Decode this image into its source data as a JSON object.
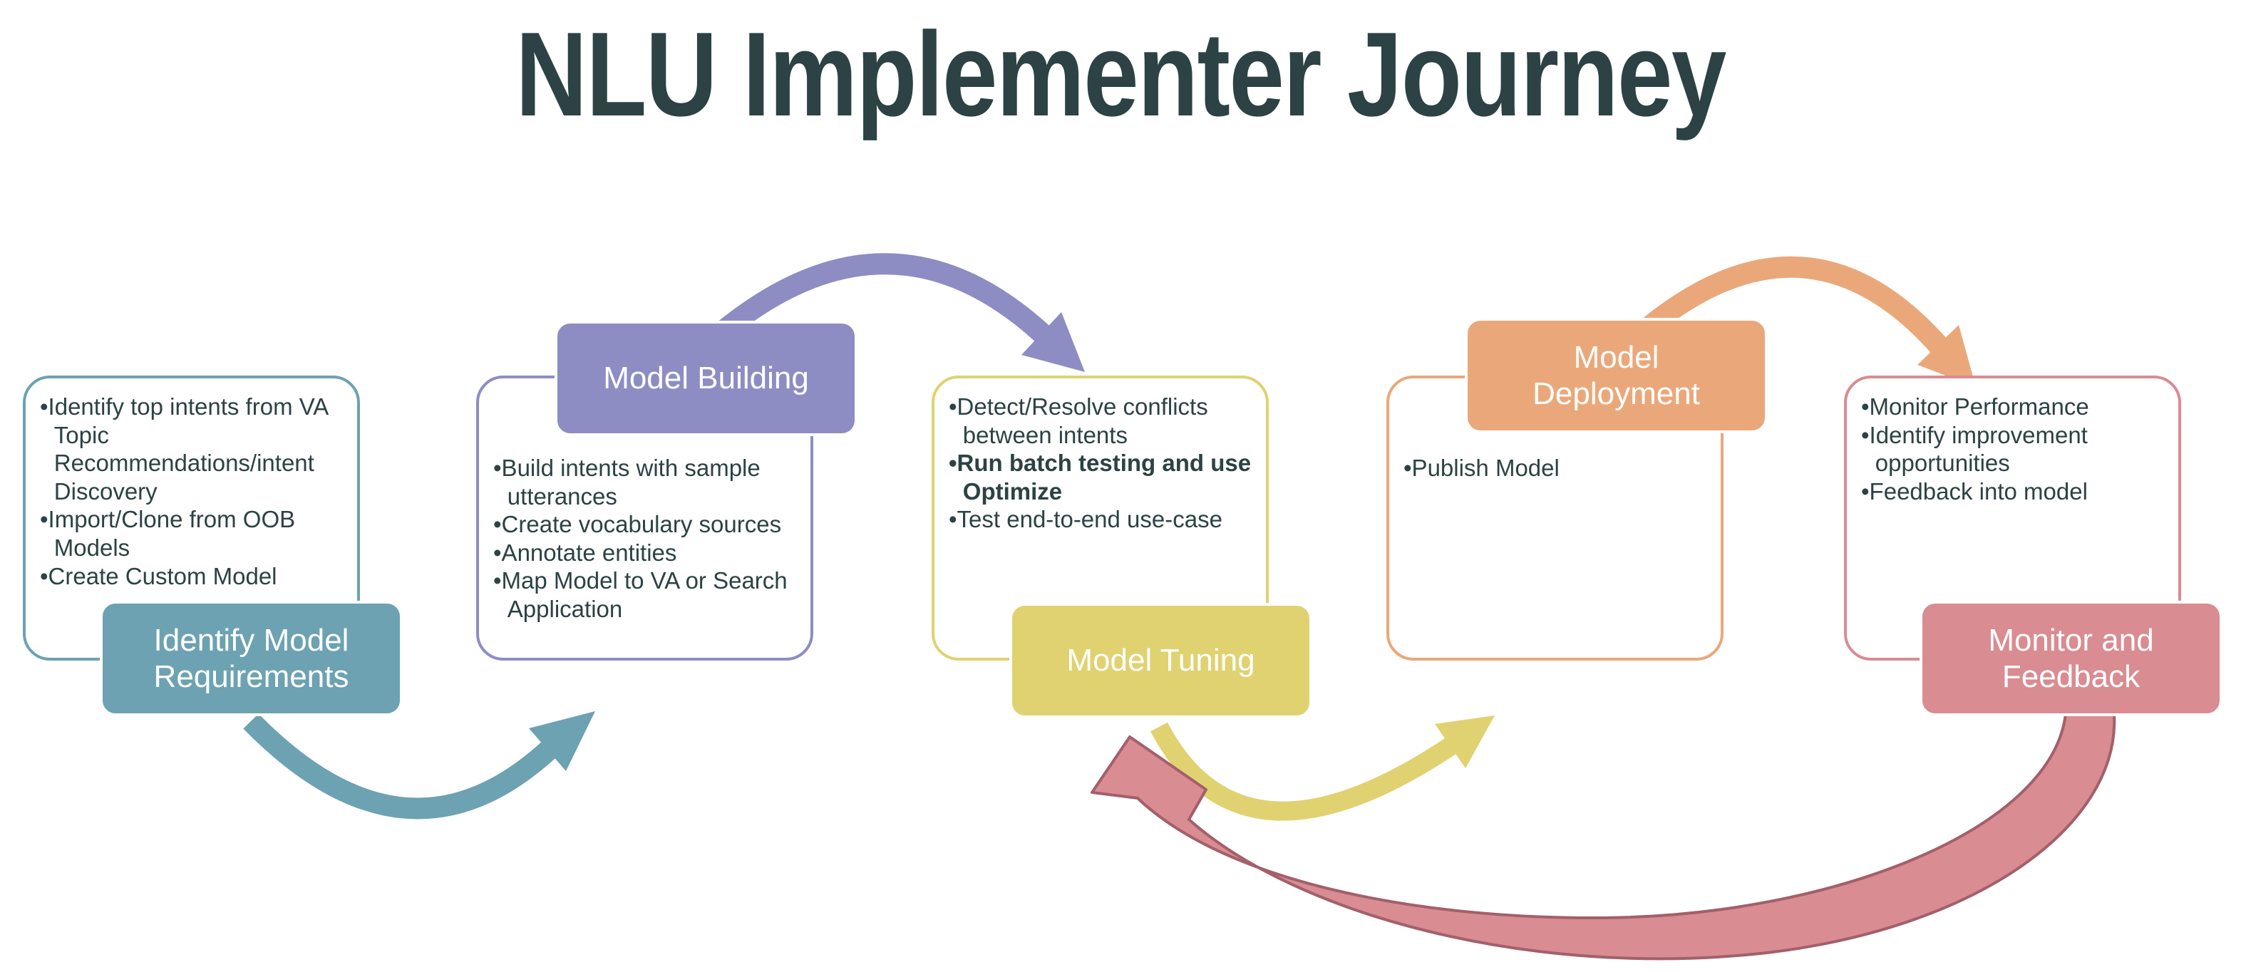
{
  "title": "NLU Implementer Journey",
  "colors": {
    "text": "#2C4244",
    "background": "#FFFFFF",
    "label_text": "#FFFFFF"
  },
  "stages": [
    {
      "name": "identify-model-requirements",
      "label": "Identify Model\nRequirements",
      "color": "#6CA2B2",
      "label_position": "bottom",
      "bullets": [
        {
          "text": "Identify top intents from VA Topic Recommendations/intent Discovery",
          "bold": false
        },
        {
          "text": "Import/Clone from OOB Models",
          "bold": false
        },
        {
          "text": "Create Custom Model",
          "bold": false
        }
      ]
    },
    {
      "name": "model-building",
      "label": "Model Building",
      "color": "#8D8DC4",
      "label_position": "top",
      "bullets": [
        {
          "text": "Build intents with sample utterances",
          "bold": false
        },
        {
          "text": "Create vocabulary sources",
          "bold": false
        },
        {
          "text": "Annotate entities",
          "bold": false
        },
        {
          "text": "Map Model to VA or Search Application",
          "bold": false
        }
      ]
    },
    {
      "name": "model-tuning",
      "label": "Model Tuning",
      "color": "#E0D271",
      "label_position": "bottom",
      "bullets": [
        {
          "text": "Detect/Resolve conflicts between intents",
          "bold": false
        },
        {
          "text": "Run batch testing and use Optimize",
          "bold": true
        },
        {
          "text": "Test end-to-end use-case",
          "bold": false
        }
      ]
    },
    {
      "name": "model-deployment",
      "label": "Model\nDeployment",
      "color": "#EAA87A",
      "label_position": "top",
      "bullets": [
        {
          "text": "Publish Model",
          "bold": false
        }
      ]
    },
    {
      "name": "monitor-and-feedback",
      "label": "Monitor and\nFeedback",
      "color": "#D98C91",
      "label_position": "bottom",
      "bullets": [
        {
          "text": "Monitor Performance",
          "bold": false
        },
        {
          "text": "Identify improvement opportunities",
          "bold": false
        },
        {
          "text": "Feedback into model",
          "bold": false
        }
      ]
    }
  ],
  "arrows": [
    {
      "name": "requirements-to-building",
      "from": "Identify Model Requirements",
      "to": "Model Building",
      "shape": "u-curve-up-right",
      "color": "#6CA2B2"
    },
    {
      "name": "building-to-tuning",
      "from": "Model Building",
      "to": "Model Tuning",
      "shape": "arc-over-down-right",
      "color": "#8D8DC4"
    },
    {
      "name": "tuning-to-deployment",
      "from": "Model Tuning",
      "to": "Model Deployment",
      "shape": "u-curve-up-right",
      "color": "#E0D271"
    },
    {
      "name": "deployment-to-monitor",
      "from": "Model Deployment",
      "to": "Monitor and Feedback",
      "shape": "arc-over-down-right",
      "color": "#EAA87A"
    },
    {
      "name": "monitor-back-to-tuning",
      "from": "Monitor and Feedback",
      "to": "Model Tuning",
      "shape": "wide-u-return-left",
      "color": "#D98C91",
      "outline": "#A2606A"
    }
  ]
}
